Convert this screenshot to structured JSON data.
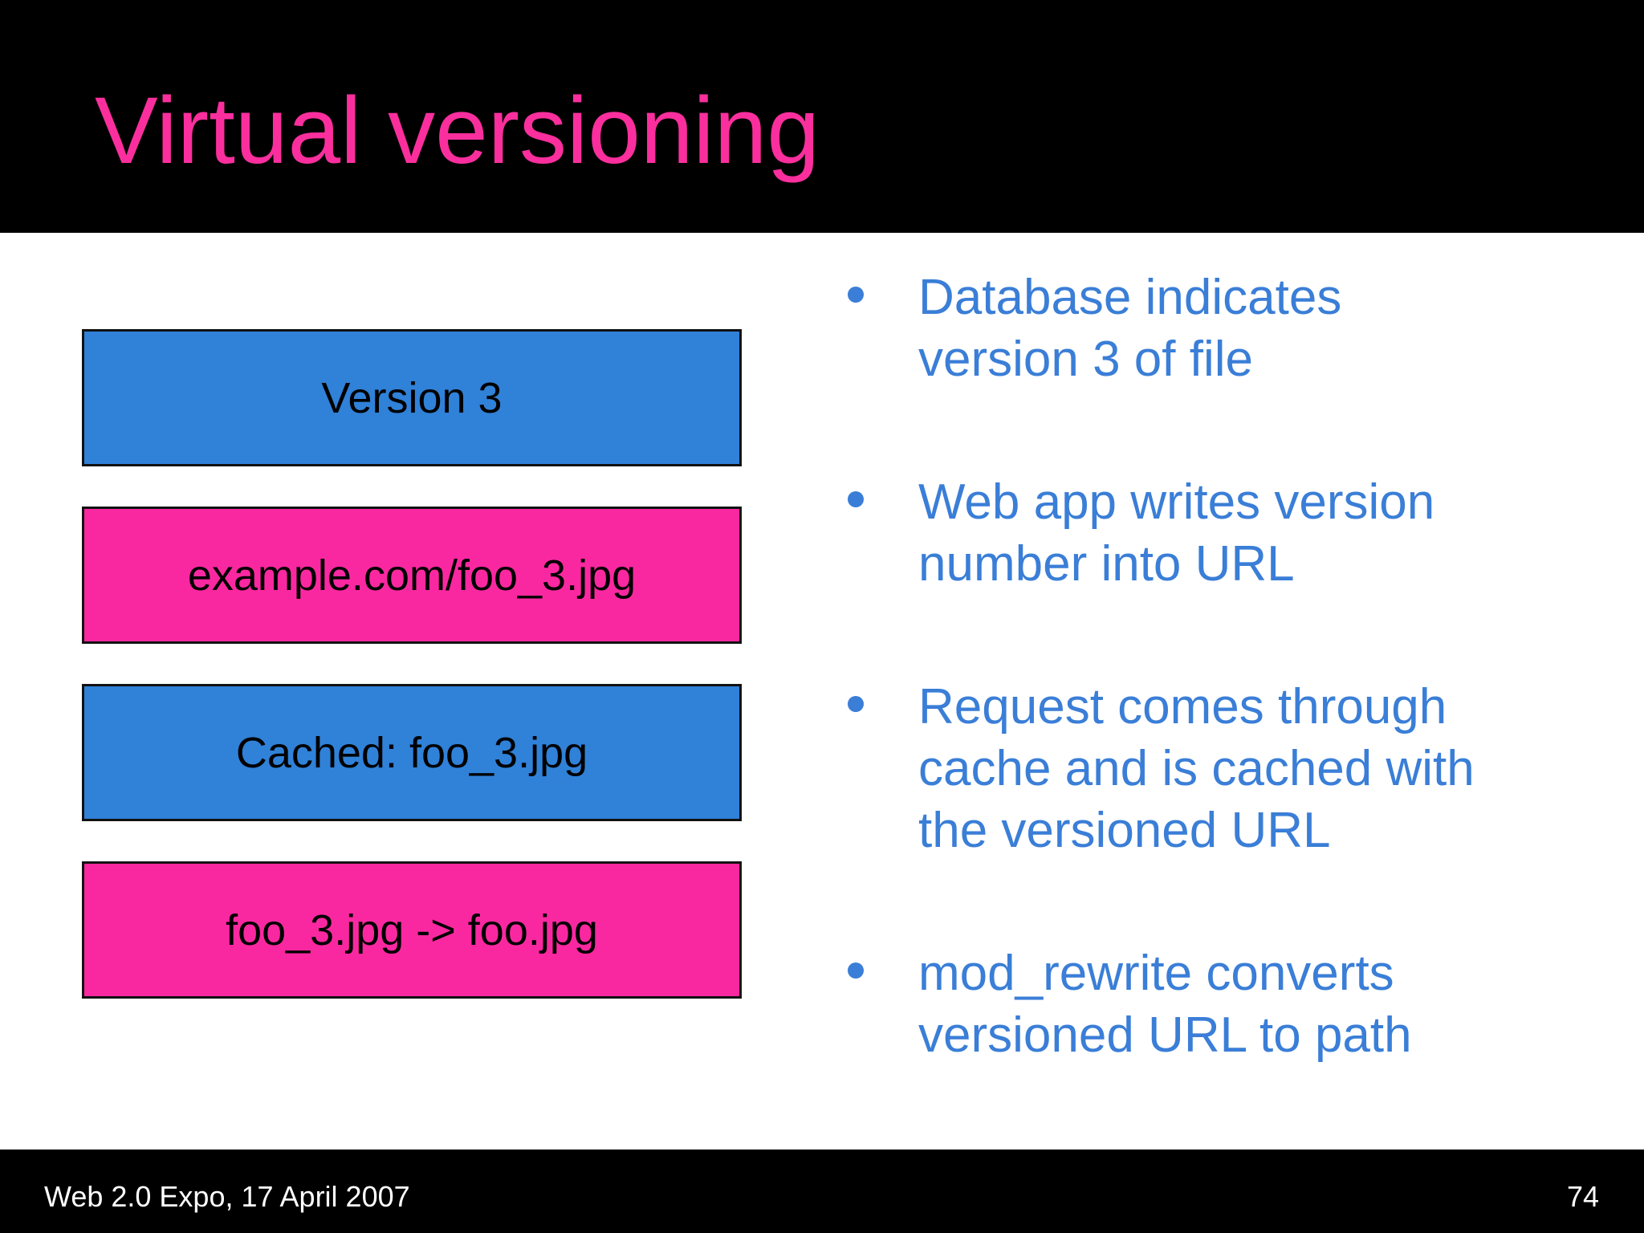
{
  "slide": {
    "title": "Virtual versioning",
    "diagram": {
      "boxes": [
        {
          "label": "Version 3",
          "fill": "blue"
        },
        {
          "label": "example.com/foo_3.jpg",
          "fill": "pink"
        },
        {
          "label": "Cached: foo_3.jpg",
          "fill": "blue"
        },
        {
          "label": "foo_3.jpg -> foo.jpg",
          "fill": "pink"
        }
      ]
    },
    "bullets": [
      {
        "lines": [
          "Database indicates",
          "version 3 of file"
        ]
      },
      {
        "lines": [
          "Web app writes version",
          "number into URL"
        ]
      },
      {
        "lines": [
          "Request comes through",
          "cache and is cached with",
          "the versioned URL"
        ]
      },
      {
        "lines": [
          "mod_rewrite converts",
          "versioned URL to path"
        ]
      }
    ],
    "footer": {
      "left": "Web 2.0 Expo, 17 April 2007",
      "page_number": "74"
    },
    "colors": {
      "header_bg": "#000000",
      "title_text": "#fa2f9d",
      "box_blue": "#3081d8",
      "box_pink": "#fa28a0",
      "box_border": "#111111",
      "box_label_text": "#000000",
      "bullet_text": "#3a7ed7",
      "body_bg": "#ffffff",
      "footer_bg": "#000000",
      "footer_text": "#ffffff"
    }
  }
}
